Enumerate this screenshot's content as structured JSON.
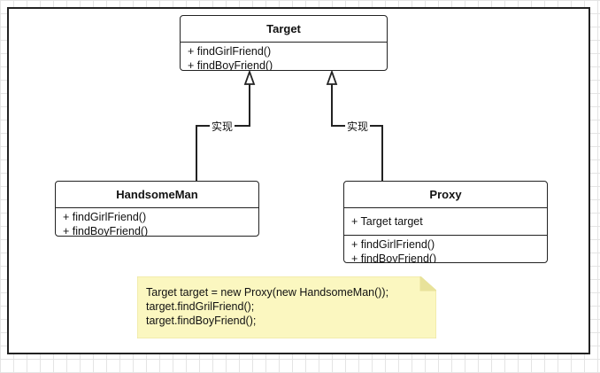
{
  "diagram": {
    "target": {
      "title": "Target",
      "methods": [
        "+ findGirlFriend()",
        "+ findBoyFriend()"
      ]
    },
    "handsome_man": {
      "title": "HandsomeMan",
      "methods": [
        "+ findGirlFriend()",
        "+ findBoyFriend()"
      ]
    },
    "proxy": {
      "title": "Proxy",
      "attributes": [
        "+ Target target"
      ],
      "methods": [
        "+ findGirlFriend()",
        "+ findBoyFriend()"
      ]
    },
    "relations": {
      "left_label": "实现",
      "right_label": "实现"
    },
    "note": {
      "lines": [
        "Target target = new Proxy(new HandsomeMan());",
        "target.findGrilFriend();",
        "target.findBoyFriend();"
      ],
      "fill": "#fbf7c0",
      "border": "#e8e29a"
    }
  }
}
